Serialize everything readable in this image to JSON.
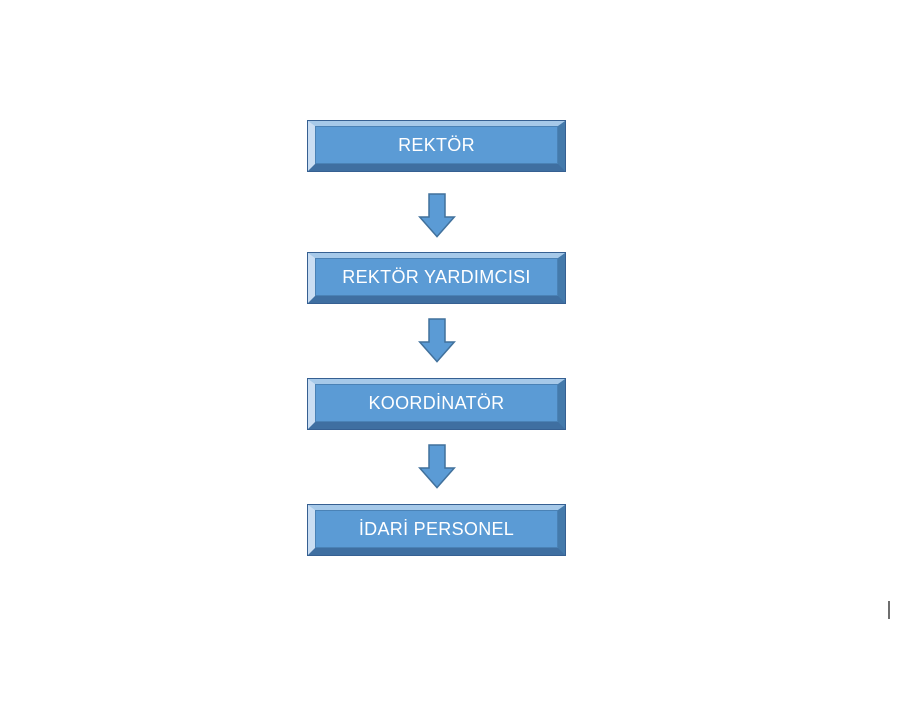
{
  "page": {
    "background_color": "#ffffff",
    "text_cursor": {
      "visible": true,
      "color": "#6e6e6e"
    }
  },
  "org_chart": {
    "type": "vertical-flow-hierarchy",
    "shape_fill_color": "#5b9bd5",
    "shape_border_color": "#41719c",
    "bevel_highlight_color": "#cadef3",
    "bevel_shadow_color": "#3f6fa1",
    "text_color": "#ffffff",
    "nodes": [
      {
        "label": "REKTÖR"
      },
      {
        "label": "REKTÖR YARDIMCISI"
      },
      {
        "label": "KOORDİNATÖR"
      },
      {
        "label": "İDARİ PERSONEL"
      }
    ],
    "connectors": [
      {
        "icon": "down-arrow"
      },
      {
        "icon": "down-arrow"
      },
      {
        "icon": "down-arrow"
      }
    ]
  }
}
